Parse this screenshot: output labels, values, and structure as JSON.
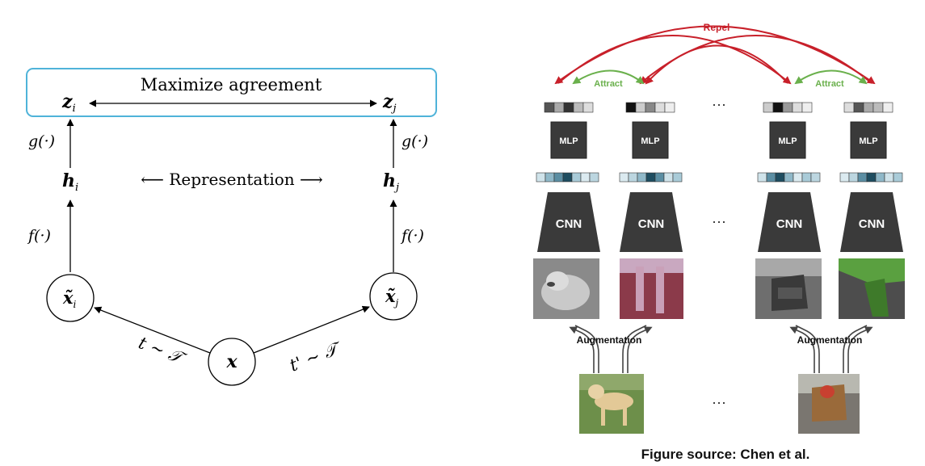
{
  "left_diagram": {
    "header_text": "Maximize agreement",
    "z_i": "z",
    "z_i_sub": "i",
    "z_j": "z",
    "z_j_sub": "j",
    "g_left": "g(·)",
    "g_right": "g(·)",
    "h_i": "h",
    "h_i_sub": "i",
    "h_j": "h",
    "h_j_sub": "j",
    "representation": "⟵ Representation ⟶",
    "f_left": "f(·)",
    "f_right": "f(·)",
    "xt_i": "x̃",
    "xt_i_sub": "i",
    "xt_j": "x̃",
    "xt_j_sub": "j",
    "x": "x",
    "t_left": "t ∼ 𝒯",
    "t_right": "t' ∼ 𝒯"
  },
  "right_diagram": {
    "repel": "Repel",
    "attract_left": "Attract",
    "attract_right": "Attract",
    "mlp_labels": [
      "MLP",
      "MLP",
      "MLP",
      "MLP"
    ],
    "cnn_labels": [
      "CNN",
      "CNN",
      "CNN",
      "CNN"
    ],
    "augmentation_left": "Augmentation",
    "augmentation_right": "Augmentation",
    "dots": [
      "···",
      "···",
      "···"
    ],
    "caption": "Figure source:  Chen et al.",
    "colors": {
      "repel": "#c8202a",
      "attract": "#6ab04c",
      "block": "#3a3a3a",
      "header_border": "#4fb3d9"
    }
  }
}
